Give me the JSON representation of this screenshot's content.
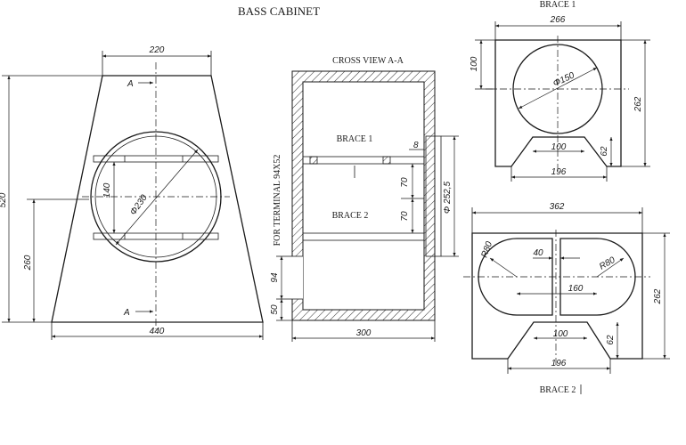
{
  "title": "BASS CABINET",
  "front": {
    "top_width": "220",
    "bottom_width": "440",
    "height": "520",
    "center_height": "260",
    "brace_spacing": "140",
    "hole_diameter": "Φ230",
    "section_marker_top": "A",
    "section_marker_bottom": "A"
  },
  "cross": {
    "title": "CROSS VIEW  A-A",
    "brace1": "BRACE 1",
    "brace2": "BRACE 2",
    "terminal": "FOR TERMINAL  94X52",
    "width": "300",
    "d8": "8",
    "d70a": "70",
    "d70b": "70",
    "d94": "94",
    "d50": "50",
    "port": "Φ 252,5"
  },
  "brace1": {
    "title": "BRACE 1",
    "width": "266",
    "top_gap": "100",
    "height": "262",
    "hole": "Φ150",
    "slot_top": "100",
    "slot_bottom": "196",
    "slot_height": "62"
  },
  "brace2": {
    "title": "BRACE 2",
    "width": "362",
    "height": "262",
    "r_left": "R80",
    "r_right": "R80",
    "gap": "40",
    "span": "160",
    "slot_top": "100",
    "slot_bottom": "196",
    "slot_height": "62"
  }
}
